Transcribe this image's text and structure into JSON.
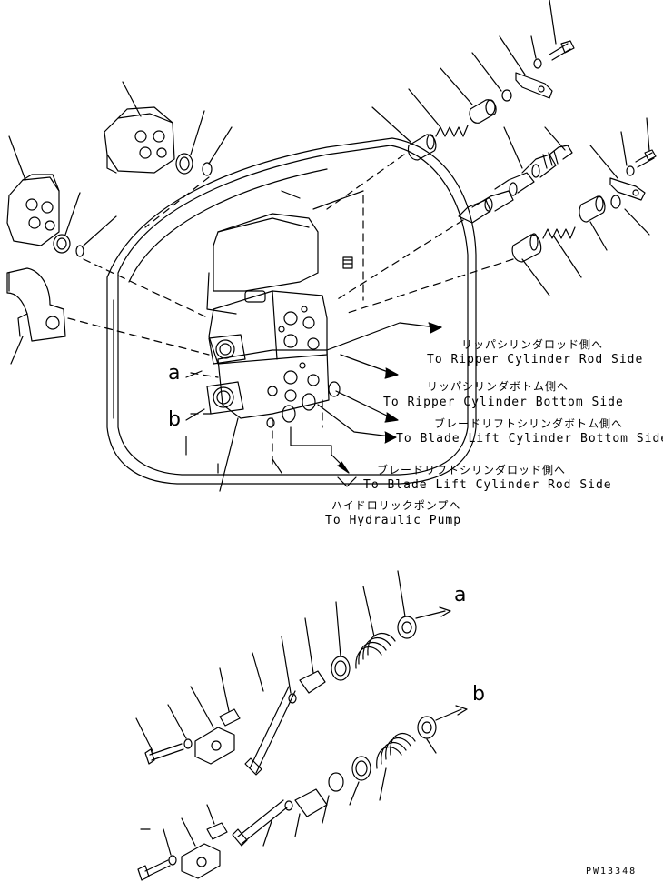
{
  "labels": {
    "ripper_rod_jp": "リッパシリンダロッド側へ",
    "ripper_rod_en": "To Ripper Cylinder Rod Side",
    "ripper_bottom_jp": "リッパシリンダボトム側へ",
    "ripper_bottom_en": "To Ripper Cylinder Bottom Side",
    "blade_bottom_jp": "ブレードリフトシリンダボトム側へ",
    "blade_bottom_en": "To Blade Lift Cylinder Bottom Side",
    "blade_rod_jp": "ブレードリフトシリンダロッド側へ",
    "blade_rod_en": "To Blade Lift Cylinder Rod Side",
    "pump_jp": "ハイドロリックポンプへ",
    "pump_en": "To Hydraulic Pump"
  },
  "markers": {
    "a": "a",
    "b": "b"
  },
  "drawing_code": "PW13348"
}
